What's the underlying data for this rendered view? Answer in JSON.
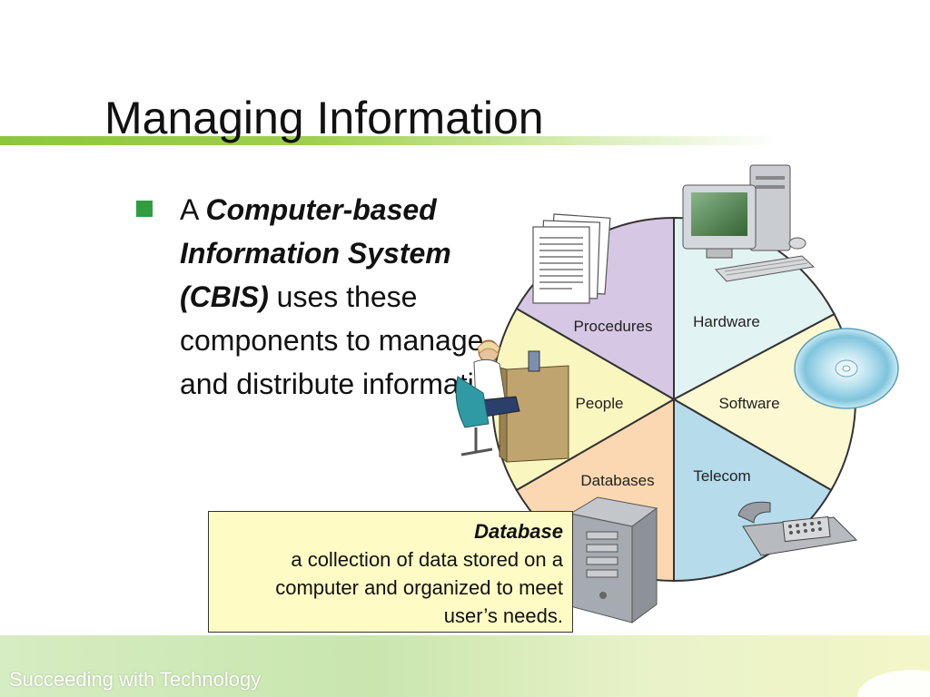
{
  "slide": {
    "title": "Managing Information",
    "footer": "Succeeding with Technology"
  },
  "bullet": {
    "prefix": "A ",
    "emphasis": "Computer-based Information System (CBIS)",
    "rest": " uses these components to manage and distribute information."
  },
  "definition": {
    "term": "Database",
    "text": "a collection of data stored on a computer and organized to meet user’s needs."
  },
  "diagram": {
    "segments": [
      {
        "label": "Hardware",
        "color": "#e2f3f4"
      },
      {
        "label": "Software",
        "color": "#fbf8d2"
      },
      {
        "label": "Telecom",
        "color": "#b6dcec"
      },
      {
        "label": "Databases",
        "color": "#fbd8b2"
      },
      {
        "label": "People",
        "color": "#faf6c0"
      },
      {
        "label": "Procedures",
        "color": "#d6c8e4"
      }
    ],
    "icons": [
      "computer-icon",
      "cd-disc-icon",
      "telephone-icon",
      "server-tower-icon",
      "person-at-desk-icon",
      "documents-icon"
    ]
  },
  "colors": {
    "accent_green": "#8cc63f",
    "bullet_green": "#2e9e3e",
    "definition_bg": "#fefcc4"
  }
}
